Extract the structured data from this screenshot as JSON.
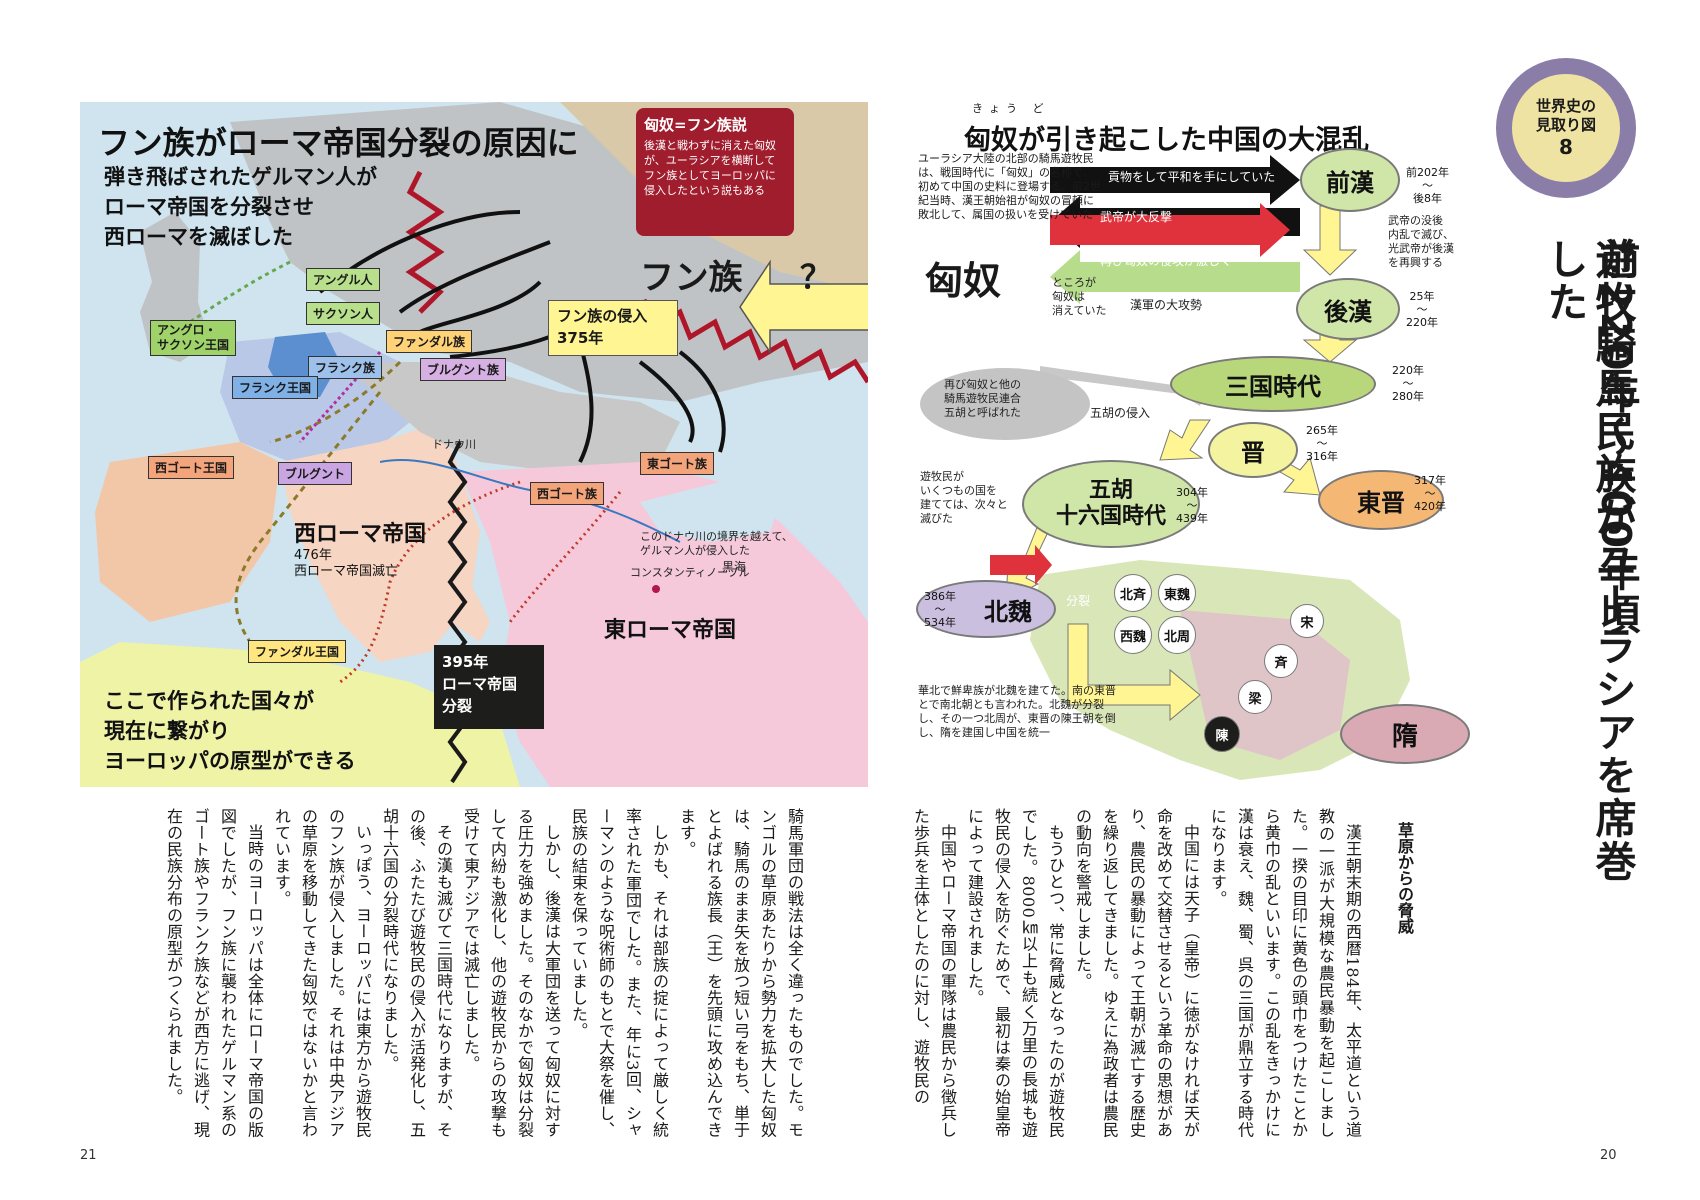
{
  "map": {
    "title": "フン族がローマ帝国分裂の原因に",
    "subtitle_lines": [
      "弾き飛ばされたゲルマン人が",
      "ローマ帝国を分裂させ",
      "西ローマを滅ぼした"
    ],
    "bottom_lines": [
      "ここで作られた国々が",
      "現在に繋がり",
      "ヨーロッパの原型ができる"
    ],
    "box": {
      "title": "匈奴=フン族説",
      "body": "後漢と戦わずに消えた匈奴が、ユーラシアを横断してフン族としてヨーロッパに侵入したという説もある"
    },
    "hun_label": "フン族",
    "question_mark": "？",
    "xiongnu_label": "匈奴",
    "invasion": {
      "line1": "フン族の侵入",
      "line2": "375年"
    },
    "tribes": {
      "angles": "アングル人",
      "saxons": "サクソン人",
      "anglo_saxon": [
        "アングロ・",
        "サクソン王国"
      ],
      "vandals": "ファンダル族",
      "franks": "フランク族",
      "burgundians": "ブルグント族",
      "frank_kingdom": "フランク王国",
      "visigoth_kingdom": "西ゴート王国",
      "burgundy": "ブルグント",
      "ostrogoths": "東ゴート族",
      "visigoths": "西ゴート族",
      "vandal_kingdom": "ファンダル王国"
    },
    "danube": "ドナウ川",
    "danube_note": [
      "このドナウ川の境界を越えて、",
      "ゲルマン人が侵入した"
    ],
    "black_sea": "黒海",
    "constantinople": "コンスタンティノープル",
    "west_rome": {
      "name": "西ローマ帝国",
      "year": "476年",
      "note": "西ローマ帝国滅亡"
    },
    "east_rome": "東ローマ帝国",
    "split": {
      "line1": "395年",
      "line2": "ローマ帝国",
      "line3": "分裂"
    }
  },
  "china": {
    "title": "匈奴が引き起こした中国の大混乱",
    "ruby": "きょう ど",
    "intro": "ユーラシア大陸の北部の騎馬遊牧民は、戦国時代に「匈奴」の名称で、初めて中国の史料に登場する。前2世紀当時、漢王朝始祖が匈奴の冒頓に敗北して、属国の扱いを受けていた",
    "arrows": {
      "tribute": "貢物をして平和を手にしていた",
      "counter": "武帝が大反撃",
      "again": "再び匈奴の侵攻が激しく",
      "big_attack": "漢軍の大攻勢",
      "wuhu_invasion": "五胡の侵入",
      "split": "分裂"
    },
    "notes": {
      "disappeared": [
        "ところが",
        "匈奴は",
        "消えていた"
      ],
      "wudi": [
        "武帝の没後",
        "内乱で滅び、",
        "光武帝が後漢",
        "を再興する"
      ],
      "coalition": [
        "再び匈奴と他の",
        "騎馬遊牧民連合",
        "五胡と呼ばれた"
      ],
      "nomads": [
        "遊牧民が",
        "いくつもの国を",
        "建てては、次々と",
        "滅びた"
      ],
      "sui": "華北で鮮卑族が北魏を建てた。南の東晋とで南北朝とも言われた。北魏が分裂し、その一つ北周が、東晋の陳王朝を倒し、隋を建国し中国を統一"
    },
    "dynasties": {
      "former_han": {
        "name": "前漢",
        "years": [
          "前202年",
          "〜",
          "後8年"
        ]
      },
      "later_han": {
        "name": "後漢",
        "years": [
          "25年",
          "〜",
          "220年"
        ]
      },
      "three_kingdoms": {
        "name": "三国時代",
        "years": [
          "220年",
          "〜",
          "280年"
        ]
      },
      "jin": {
        "name": "晋",
        "years": [
          "265年",
          "〜",
          "316年"
        ]
      },
      "wuhu": {
        "name_lines": [
          "五胡",
          "十六国時代"
        ],
        "years": [
          "304年",
          "〜",
          "439年"
        ]
      },
      "eastern_jin": {
        "name": "東晋",
        "years": [
          "317年",
          "〜",
          "420年"
        ]
      },
      "northern_wei": {
        "name": "北魏",
        "years": [
          "386年",
          "〜",
          "534年"
        ]
      },
      "sui": {
        "name": "隋"
      }
    },
    "states": [
      "北斉",
      "東魏",
      "西魏",
      "北周",
      "宋",
      "斉",
      "梁",
      "陳"
    ]
  },
  "heading": {
    "badge_line1": "世界史の",
    "badge_line2": "見取り図",
    "badge_number": "8",
    "title_line1": "前220年〜400年頃",
    "title_line2": "遊牧騎馬民族がユーラシアを席巻した"
  },
  "section_heading": "草原からの脅威",
  "page_right": "20",
  "page_left": "21",
  "text_right": [
    "漢王朝末期の西暦184年、太平道という道教の一派が大規模な農民暴動を起こしました。一揆の目印に黄色の頭巾をつけたことから黄巾の乱といいます。この乱をきっかけに漢は衰え、魏、蜀、呉の三国が鼎立する時代になります。",
    "中国には天子（皇帝）に徳がなければ天が命を改めて交替させるという革命の思想があり、農民の暴動によって王朝が滅亡する歴史を繰り返してきました。ゆえに為政者は農民の動向を警戒しました。",
    "もうひとつ、常に脅威となったのが遊牧民でした。8000㎞以上も続く万里の長城も遊牧民の侵入を防ぐためで、最初は秦の始皇帝によって建設されました。",
    "中国やローマ帝国の軍隊は農民から徴兵した歩兵を主体としたのに対し、遊牧民の"
  ],
  "text_left": [
    "騎馬軍団の戦法は全く違ったものでした。モンゴルの草原あたりから勢力を拡大した匈奴は、騎馬のまま矢を放つ短い弓をもち、単于とよばれる族長（王）を先頭に攻め込んできます。",
    "しかも、それは部族の掟によって厳しく統率された軍団でした。また、年に3回、シャーマンのような呪術師のもとで大祭を催し、民族の結束を保っていました。",
    "しかし、後漢は大軍団を送って匈奴に対する圧力を強めました。そのなかで匈奴は分裂して内紛も激化し、他の遊牧民からの攻撃も受けて東アジアでは滅亡しました。",
    "その漢も滅びて三国時代になりますが、その後、ふたたび遊牧民の侵入が活発化し、五胡十六国の分裂時代になりました。",
    "いっぽう、ヨーロッパには東方から遊牧民のフン族が侵入しました。それは中央アジアの草原を移動してきた匈奴ではないかと言われています。",
    "当時のヨーロッパは全体にローマ帝国の版図でしたが、フン族に襲われたゲルマン系のゴート族やフランク族などが西方に逃げ、現在の民族分布の原型がつくられました。"
  ],
  "colors": {
    "red_box": "#a01d2e",
    "yellow": "#fff592",
    "green_dyn": "#cfe6a8",
    "orange_dyn": "#f5b774",
    "purple_dyn": "#cbbfe0",
    "black_box": "#1d1d1b"
  }
}
